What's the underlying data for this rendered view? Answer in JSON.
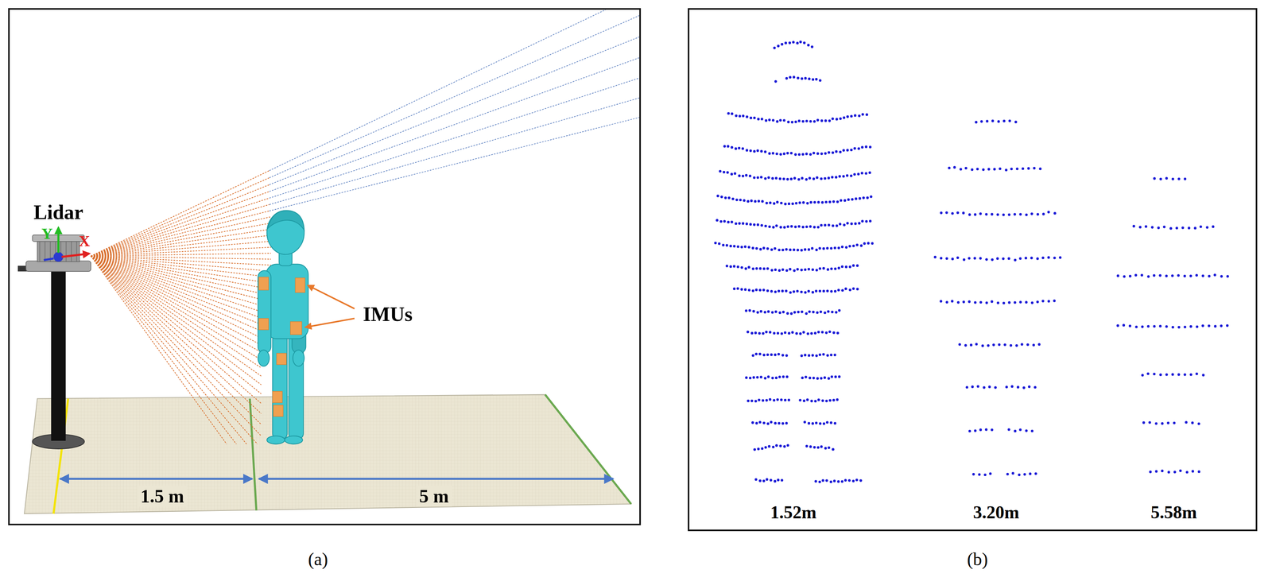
{
  "diagram": {
    "nodes": [
      {
        "text": [
          "(a)"
        ]
      },
      {
        "text": [
          "(b)"
        ]
      }
    ],
    "labels": [
      "Lidar",
      "Y",
      "X",
      "IMUs",
      "1.5 m",
      "5 m",
      "1.52m",
      "3.20m",
      "5.58m"
    ]
  }
}
